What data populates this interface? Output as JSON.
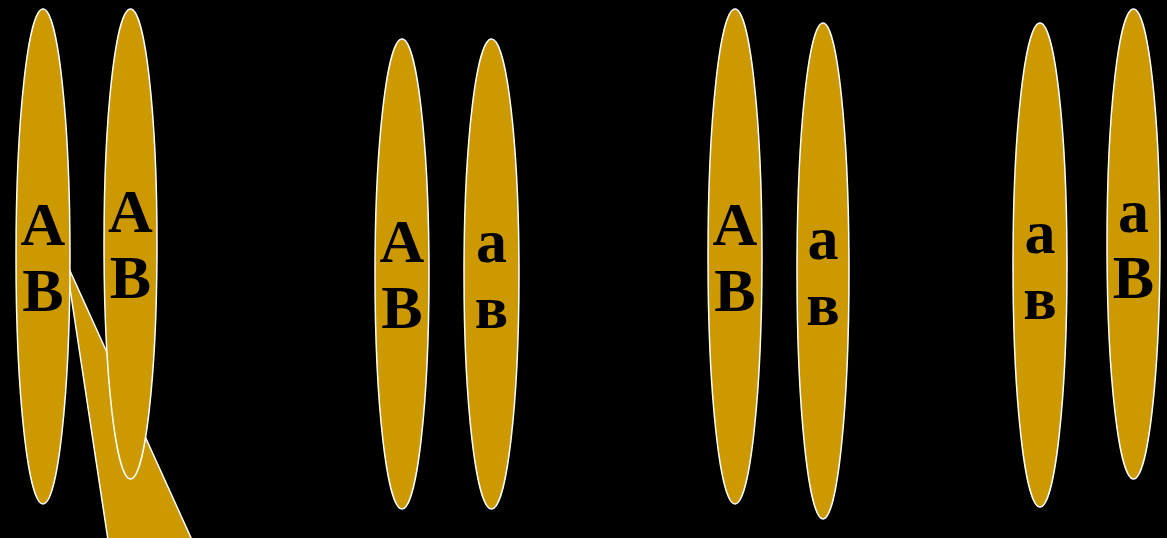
{
  "diagram": {
    "nodes": [
      {
        "text": [
          "A",
          "B"
        ]
      },
      {
        "text": [
          "A",
          "B"
        ]
      },
      {
        "text": [
          "A",
          "B"
        ]
      },
      {
        "text": [
          "a",
          "в"
        ]
      },
      {
        "text": [
          "A",
          "B"
        ]
      },
      {
        "text": [
          "a",
          "в"
        ]
      },
      {
        "text": [
          "a",
          "в"
        ]
      },
      {
        "text": [
          "a",
          "B"
        ]
      }
    ]
  }
}
